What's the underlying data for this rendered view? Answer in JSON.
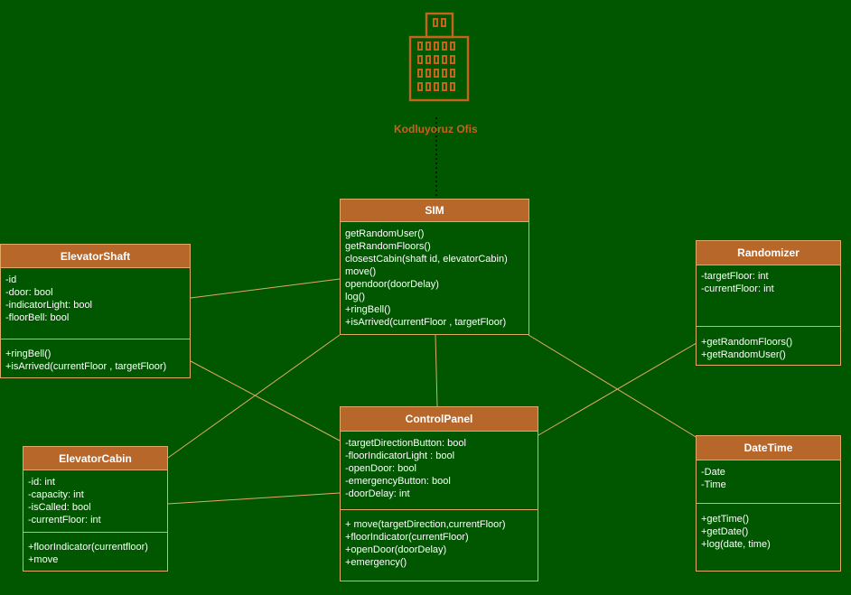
{
  "office": {
    "title": "Kodluyoruz Ofis",
    "icon": "office-building-icon",
    "color": "#c9621a"
  },
  "colors": {
    "background": "#005700",
    "header": "#b8672a",
    "border": "#e2a960",
    "text": "#ffffff"
  },
  "classes": {
    "sim": {
      "name": "SIM",
      "attributes": [],
      "methods": [
        "getRandomUser()",
        "getRandomFloors()",
        "closestCabin(shaft id, elevatorCabin)",
        "move()",
        "opendoor(doorDelay)",
        "log()",
        "+ringBell()",
        "+isArrived(currentFloor , targetFloor)"
      ]
    },
    "elevator_shaft": {
      "name": "ElevatorShaft",
      "attributes": [
        "-id",
        "-door: bool",
        "-indicatorLight: bool",
        "-floorBell: bool"
      ],
      "methods": [
        "+ringBell()",
        "+isArrived(currentFloor , targetFloor)"
      ]
    },
    "randomizer": {
      "name": "Randomizer",
      "attributes": [
        "-targetFloor: int",
        "-currentFloor: int"
      ],
      "methods": [
        "+getRandomFloors()",
        "+getRandomUser()"
      ]
    },
    "control_panel": {
      "name": "ControlPanel",
      "attributes": [
        "-targetDirectionButton: bool",
        "-floorIndicatorLight : bool",
        "-openDoor: bool",
        "-emergencyButton: bool",
        "-doorDelay: int"
      ],
      "methods": [
        "+ move(targetDirection,currentFloor)",
        "+floorIndicator(currentFloor)",
        "+openDoor(doorDelay)",
        "+emergency()"
      ]
    },
    "elevator_cabin": {
      "name": "ElevatorCabin",
      "attributes": [
        "-id: int",
        "-capacity: int",
        "-isCalled: bool",
        "-currentFloor: int"
      ],
      "methods": [
        "+floorIndicator(currentfloor)",
        "+move"
      ]
    },
    "date_time": {
      "name": "DateTime",
      "attributes": [
        "-Date",
        "-Time"
      ],
      "methods": [
        "+getTime()",
        "+getDate()",
        "+log(date, time)"
      ]
    }
  }
}
